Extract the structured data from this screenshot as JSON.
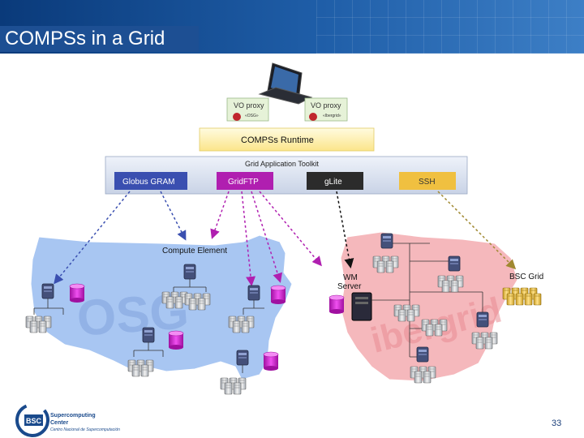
{
  "title": "COMPSs in a Grid",
  "runtime_label": "COMPSs Runtime",
  "toolkit_label": "Grid Application Toolkit",
  "adaptors": [
    {
      "label": "Globus GRAM",
      "color": "#3a4fb0",
      "text_color": "#ffffff"
    },
    {
      "label": "GridFTP",
      "color": "#b01fb0",
      "text_color": "#ffffff"
    },
    {
      "label": "gLite",
      "color": "#2b2b2b",
      "text_color": "#ffffff"
    },
    {
      "label": "SSH",
      "color": "#f0c040",
      "text_color": "#333333"
    }
  ],
  "vo_proxies": [
    {
      "label": "VO proxy",
      "sublabel": "«OSG»"
    },
    {
      "label": "VO proxy",
      "sublabel": "«Ibergrid»"
    }
  ],
  "labels": {
    "compute_element": "Compute Element",
    "wm_server_line1": "WM",
    "wm_server_line2": "Server",
    "bsc_grid": "BSC Grid",
    "osg_watermark": "OSG",
    "ibergrid_watermark": "ibergrid"
  },
  "logo": {
    "abbrev": "BSC",
    "line1": "Supercomputing",
    "line2": "Center",
    "line3": "Centro Nacional de Supercomputación"
  },
  "page_number": "33",
  "colors": {
    "usa_map": "#a8c6f2",
    "spain_map": "#f5b8bc",
    "gram_arrow": "#3a4fb0",
    "gridftp_arrow": "#b01fb0",
    "glite_arrow": "#111111",
    "ssh_arrow": "#a08830",
    "storage": "#d020d0"
  }
}
